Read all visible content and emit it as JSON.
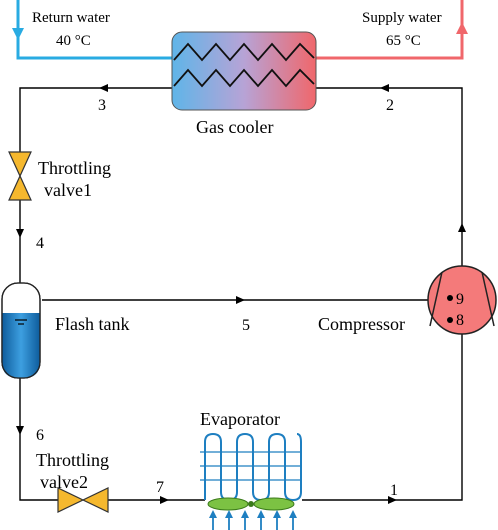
{
  "water": {
    "return_label": "Return water",
    "return_temp": "40 °C",
    "supply_label": "Supply water",
    "supply_temp": "65 °C",
    "return_color": "#29abe2",
    "supply_color": "#f0676b"
  },
  "components": {
    "gas_cooler": "Gas cooler",
    "throttling_valve_1_line1": "Throttling",
    "throttling_valve_1_line2": "valve1",
    "flash_tank": "Flash tank",
    "compressor": "Compressor",
    "evaporator": "Evaporator",
    "throttling_valve_2_line1": "Throttling",
    "throttling_valve_2_line2": "valve2"
  },
  "compressor_ports": {
    "upper": "9",
    "lower": "8"
  },
  "state_points": {
    "p1": "1",
    "p2": "2",
    "p3": "3",
    "p4": "4",
    "p5": "5",
    "p6": "6",
    "p7": "7"
  },
  "colors": {
    "valve_fill": "#f5b82e",
    "compressor_fill": "#f47a7a",
    "tank_liquid": "#1e7fc1",
    "fan_blade": "#7cc243",
    "evaporator_coil": "#1e7fc1",
    "air_arrows": "#1e7fc1"
  }
}
